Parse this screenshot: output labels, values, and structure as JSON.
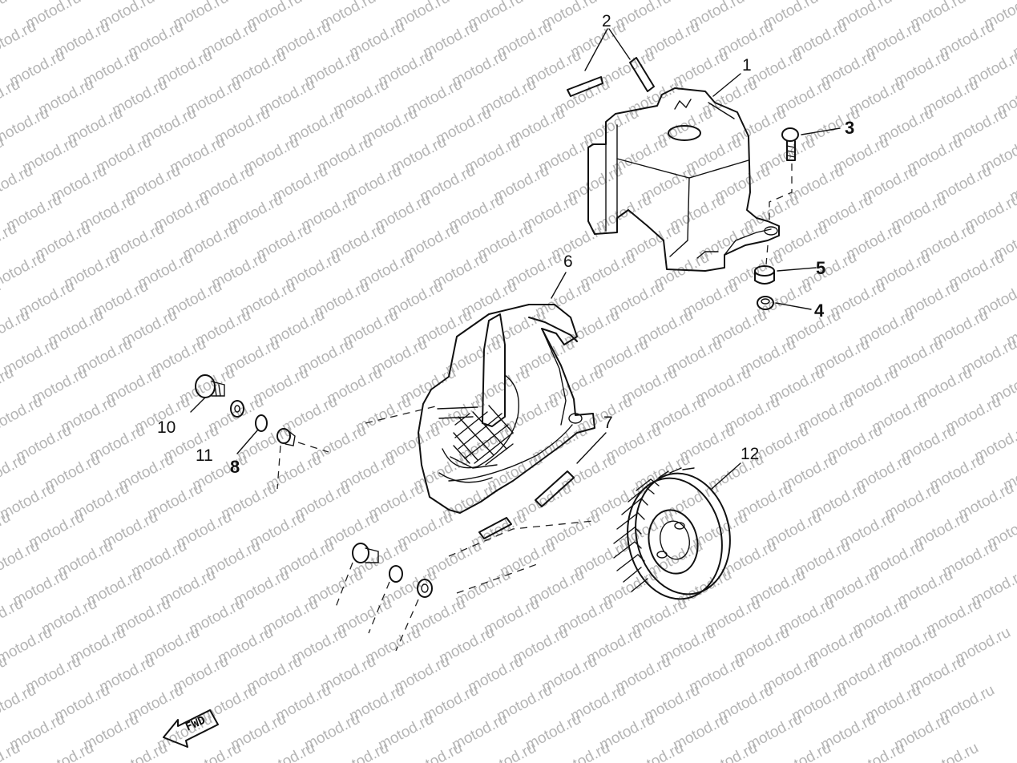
{
  "watermark": {
    "text": "motod.ru",
    "color": "#b5b5b5"
  },
  "callouts": [
    {
      "id": "1",
      "label": "1"
    },
    {
      "id": "2",
      "label": "2"
    },
    {
      "id": "3",
      "label": "3"
    },
    {
      "id": "4",
      "label": "4"
    },
    {
      "id": "5",
      "label": "5"
    },
    {
      "id": "6",
      "label": "6"
    },
    {
      "id": "7",
      "label": "7"
    },
    {
      "id": "8",
      "label": "8"
    },
    {
      "id": "10",
      "label": "10"
    },
    {
      "id": "11",
      "label": "11"
    },
    {
      "id": "12",
      "label": "12"
    }
  ],
  "direction_arrow": {
    "label": "FWD"
  },
  "colors": {
    "line": "#111111",
    "background": "#ffffff"
  }
}
